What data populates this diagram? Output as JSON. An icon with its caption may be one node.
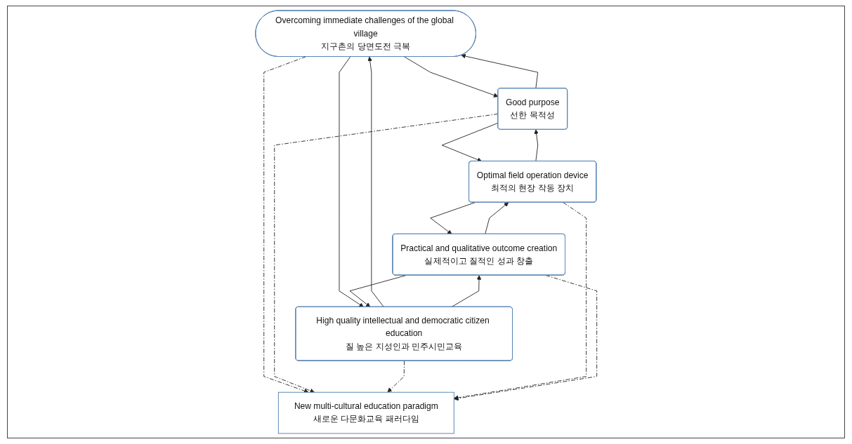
{
  "diagram": {
    "nodes": [
      {
        "text": [
          "Overcoming immediate challenges of the global village",
          "지구촌의 당면도전 극복"
        ]
      },
      {
        "text": [
          "Good purpose",
          "선한 목적성"
        ]
      },
      {
        "text": [
          "High quality intellectual and democratic citizen education",
          "질 높은 지성인과 민주시민교육"
        ]
      },
      {
        "text": [
          "New multi-cultural education paradigm",
          "새로운 다문화교육 패러다임"
        ]
      },
      {
        "text": [
          "Optimal field operation device",
          "최적의 현장 작동 장치"
        ]
      },
      {
        "text": [
          "Practical and qualitative outcome creation",
          "실제적이고 질적인 성과 창출"
        ]
      }
    ],
    "edges": [
      {
        "from": 0,
        "to": 1,
        "arrow": "to"
      },
      {
        "from": 1,
        "to": 0,
        "arrow": "to"
      },
      {
        "from": 0,
        "to": 2,
        "arrow": "to"
      },
      {
        "from": 2,
        "to": 0,
        "arrow": "to"
      },
      {
        "from": 0,
        "to": 3,
        "arrow": "to",
        "style": "dashed"
      },
      {
        "from": 1,
        "to": 3,
        "arrow": "to",
        "style": "dashed"
      },
      {
        "from": 2,
        "to": 3,
        "arrow": "to",
        "style": "dashed"
      },
      {
        "from": 1,
        "to": 4,
        "arrow": "to"
      },
      {
        "from": 4,
        "to": 1,
        "arrow": "to"
      },
      {
        "from": 2,
        "to": 5,
        "arrow": "to"
      },
      {
        "from": 5,
        "to": 2,
        "arrow": "to"
      },
      {
        "from": 4,
        "to": 3,
        "arrow": "to",
        "style": "dashed"
      },
      {
        "from": 5,
        "to": 3,
        "arrow": "to",
        "style": "dashed"
      },
      {
        "from": 4,
        "to": 5,
        "arrow": "to"
      },
      {
        "from": 5,
        "to": 4,
        "arrow": "to"
      }
    ]
  }
}
